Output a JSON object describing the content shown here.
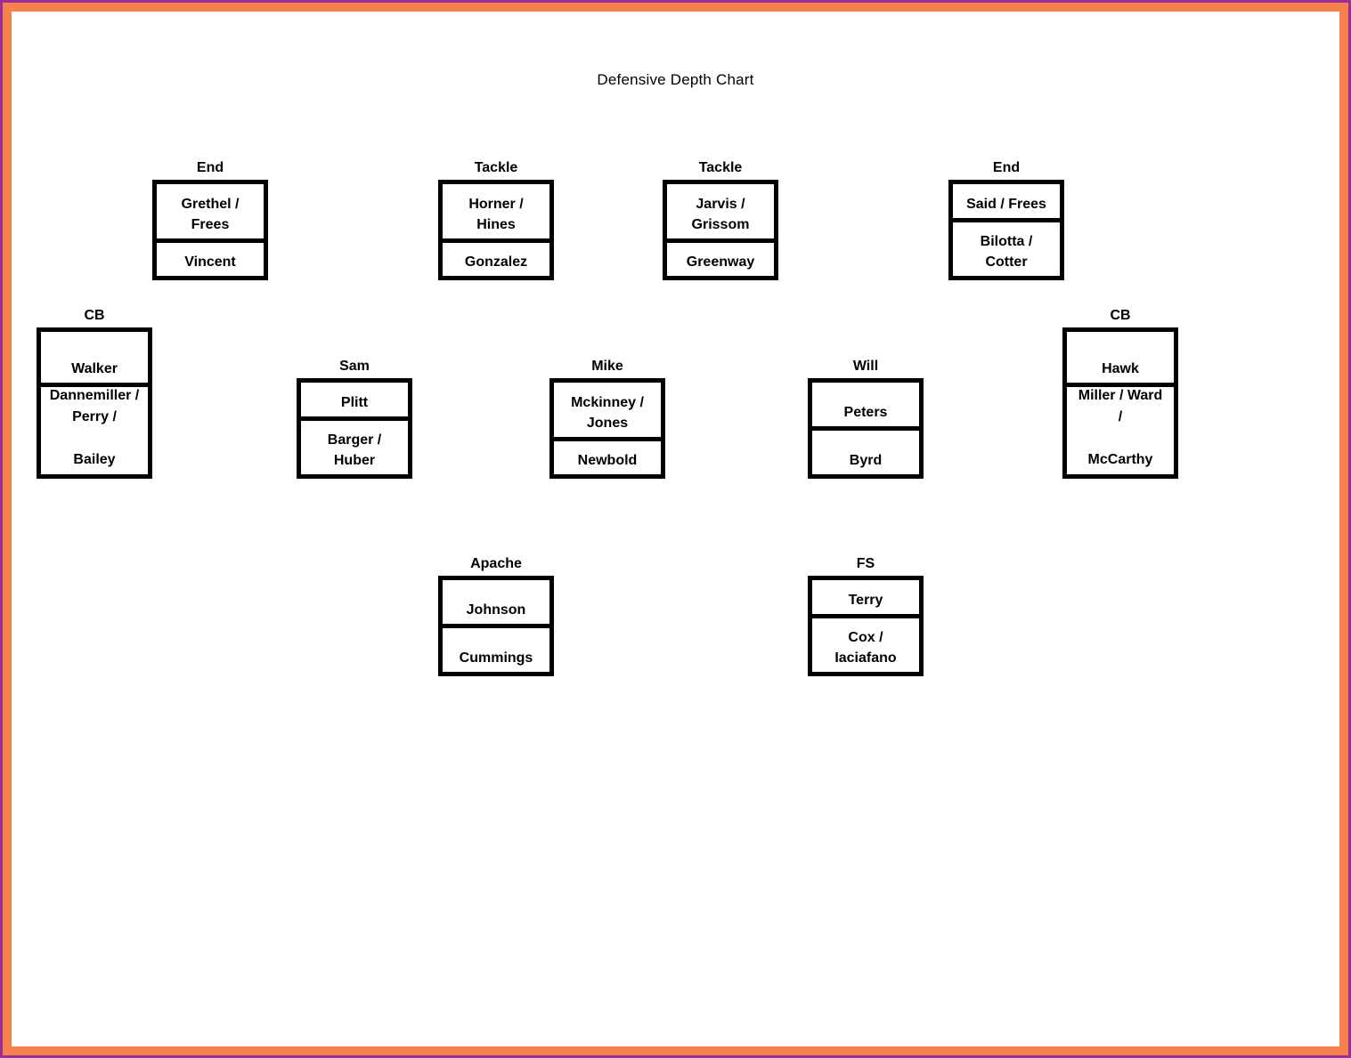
{
  "theme": {
    "frame_outer_color": "#9C2E97",
    "frame_inner_color": "#F5824E",
    "page_background": "#FFFFFF",
    "box_border_color": "#000000",
    "text_color": "#000000"
  },
  "title": "Defensive Depth Chart",
  "positions": [
    {
      "id": "end-left",
      "label": "End",
      "starters": "Grethel /\nFrees",
      "backups": "Vincent"
    },
    {
      "id": "tackle-left",
      "label": "Tackle",
      "starters": "Horner /\nHines",
      "backups": "Gonzalez"
    },
    {
      "id": "tackle-right",
      "label": "Tackle",
      "starters": "Jarvis /\nGrissom",
      "backups": "Greenway"
    },
    {
      "id": "end-right",
      "label": "End",
      "starters": "Said / Frees",
      "backups": "Bilotta /\nCotter"
    },
    {
      "id": "cb-left",
      "label": "CB",
      "starters": "Walker",
      "backups": "Dannemiller /\nPerry /\n\nBailey"
    },
    {
      "id": "sam",
      "label": "Sam",
      "starters": "Plitt",
      "backups": "Barger /\nHuber"
    },
    {
      "id": "mike",
      "label": "Mike",
      "starters": "Mckinney /\nJones",
      "backups": "Newbold"
    },
    {
      "id": "will",
      "label": "Will",
      "starters": "Peters",
      "backups": "Byrd"
    },
    {
      "id": "cb-right",
      "label": "CB",
      "starters": "Hawk",
      "backups": "Miller / Ward\n/\n\nMcCarthy"
    },
    {
      "id": "apache",
      "label": "Apache",
      "starters": "Johnson",
      "backups": "Cummings"
    },
    {
      "id": "fs",
      "label": "FS",
      "starters": "Terry",
      "backups": "Cox /\nIaciafano"
    }
  ]
}
